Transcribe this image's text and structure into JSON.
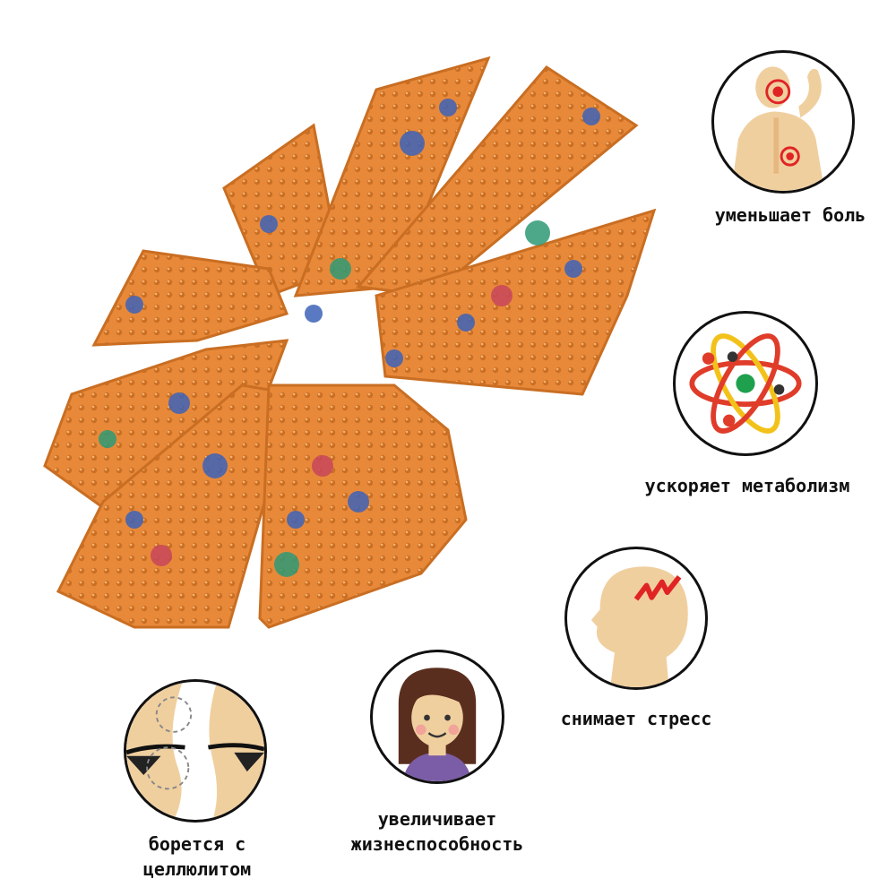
{
  "colors": {
    "mat": "#e8893a",
    "mat_dark": "#c96e22",
    "spike_blue": "#3d63b8",
    "spike_green": "#2f9a76",
    "spike_red": "#c8475a",
    "skin": "#f0cf9f",
    "pain": "#e02424",
    "atom_red": "#e03c2a",
    "atom_yellow": "#f3c21a",
    "atom_green": "#1ea04d",
    "hair": "#5a2e1e",
    "shirt": "#7b5ca6"
  },
  "benefits": {
    "pain": {
      "label": "уменьшает боль",
      "icon": "back-pain-icon"
    },
    "metabolism": {
      "label": "ускоряет метаболизм",
      "icon": "atom-icon"
    },
    "stress": {
      "label": "снимает стресс",
      "icon": "head-stress-icon"
    },
    "vitality": {
      "line1": "увеличивает",
      "line2": "жизнеспособность",
      "icon": "woman-face-icon"
    },
    "cellulite": {
      "line1": "борется с",
      "line2": "целлюлитом",
      "icon": "legs-cellulite-icon"
    }
  }
}
